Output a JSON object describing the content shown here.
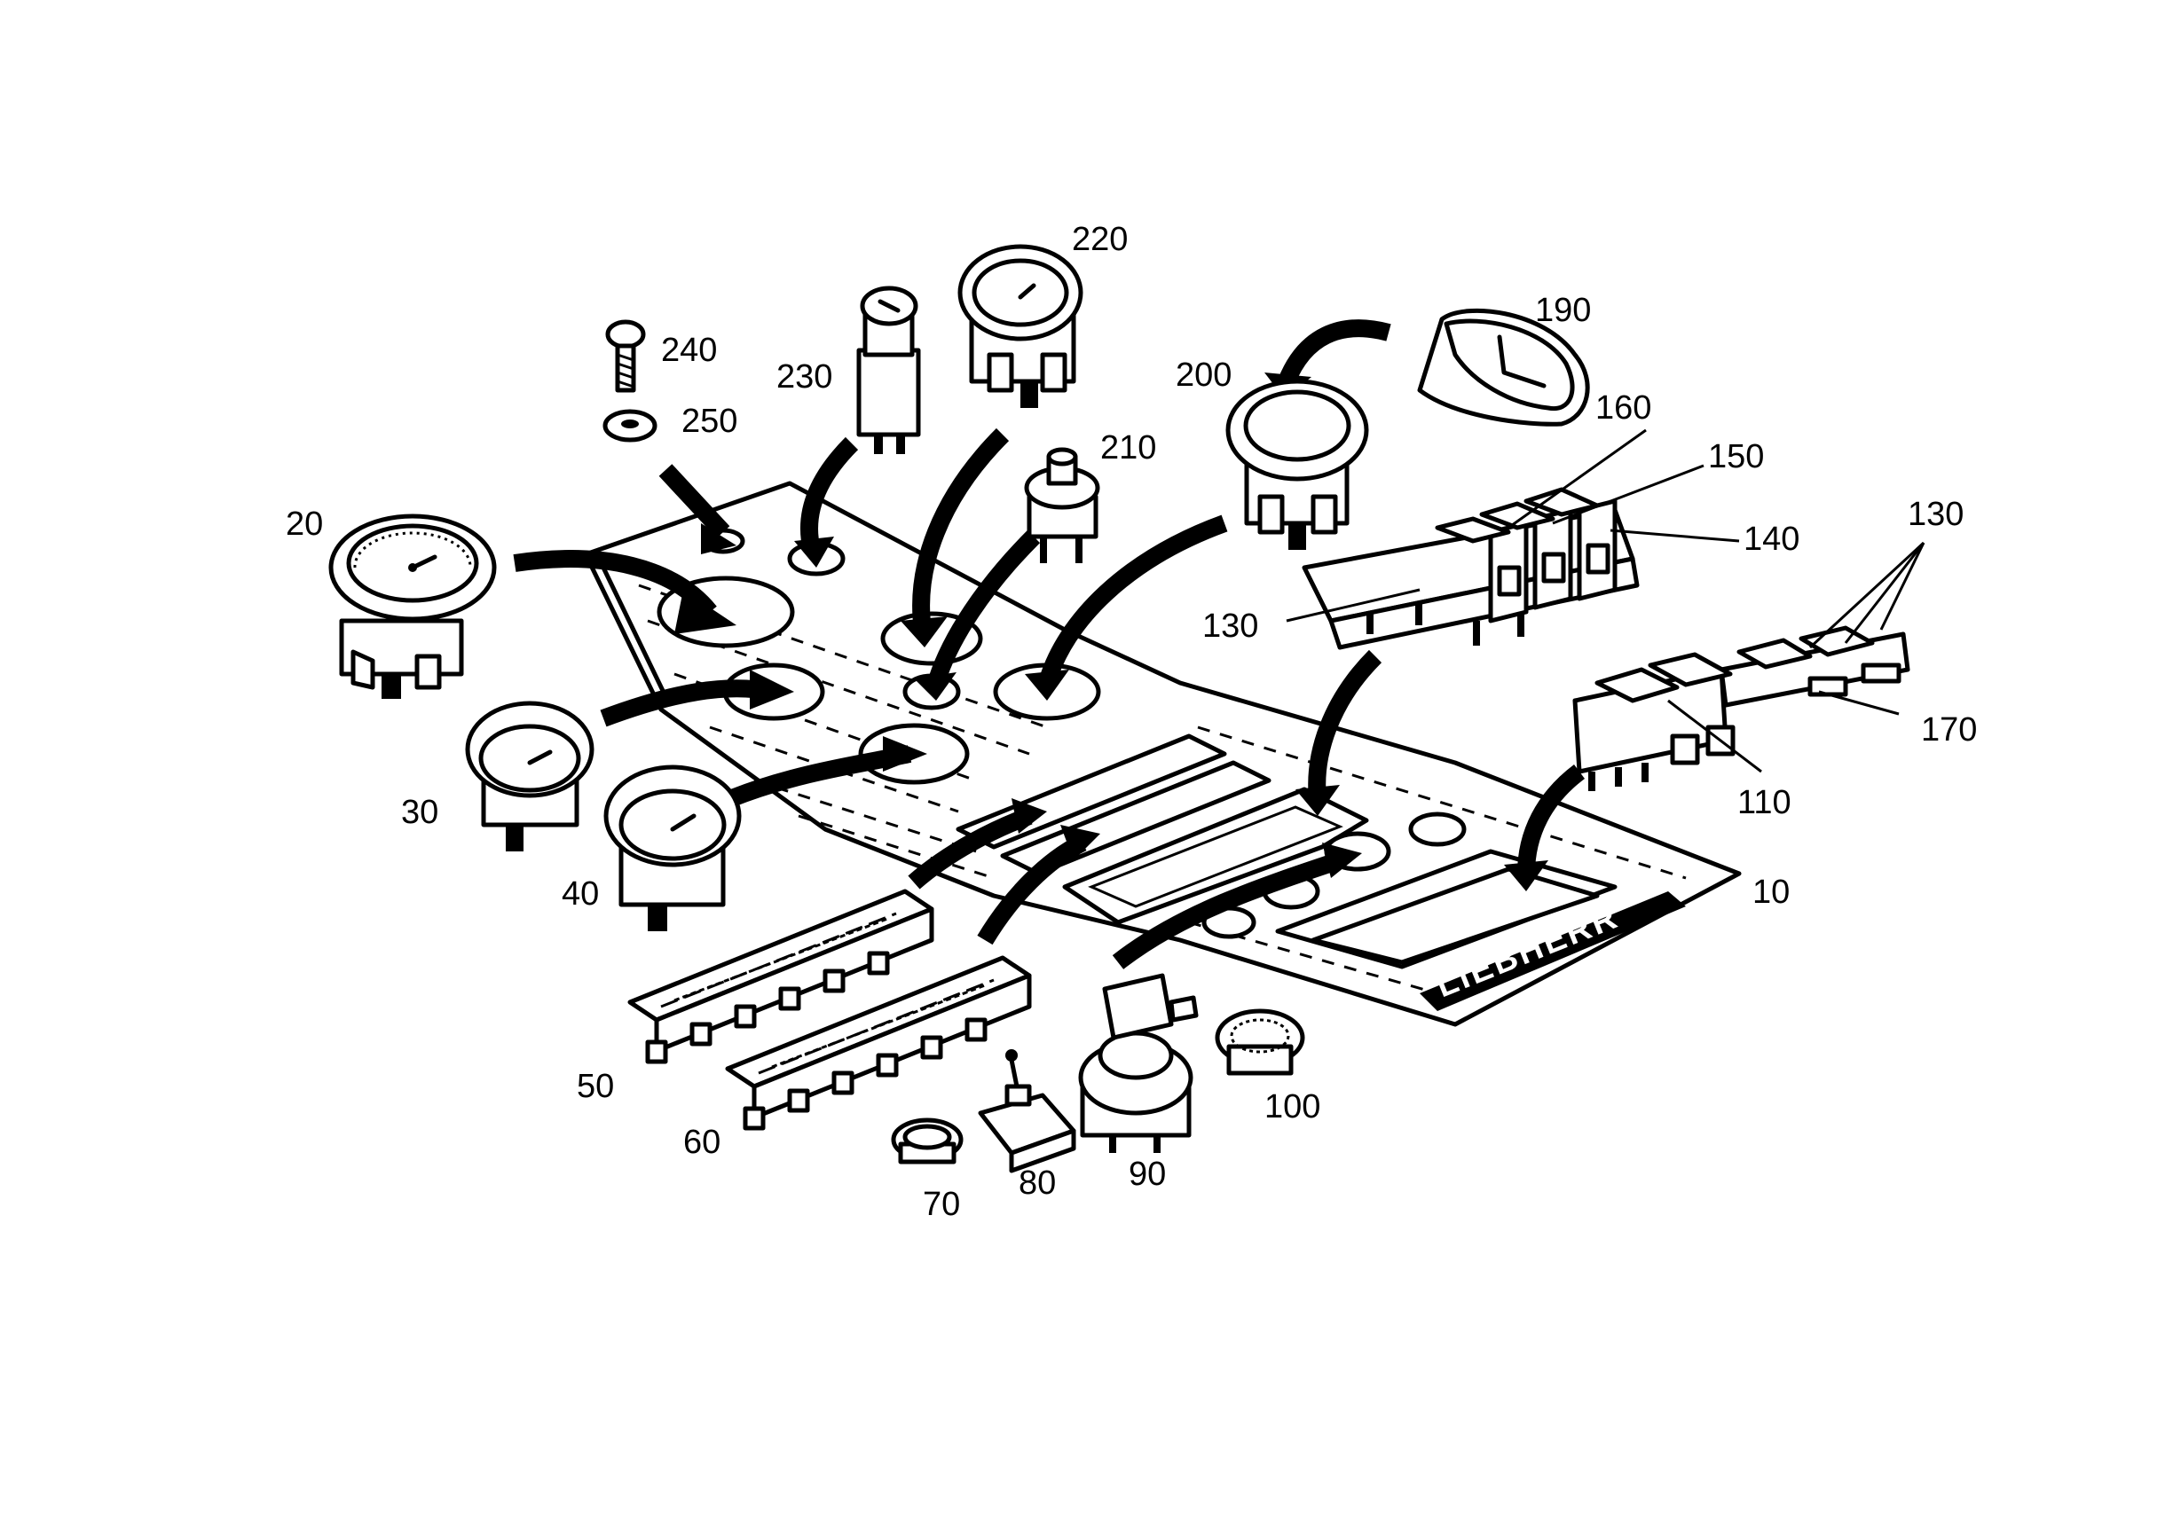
{
  "callouts": [
    {
      "id": "10",
      "text": "10"
    },
    {
      "id": "20",
      "text": "20"
    },
    {
      "id": "30",
      "text": "30"
    },
    {
      "id": "40",
      "text": "40"
    },
    {
      "id": "50",
      "text": "50"
    },
    {
      "id": "60",
      "text": "60"
    },
    {
      "id": "70",
      "text": "70"
    },
    {
      "id": "80",
      "text": "80"
    },
    {
      "id": "90",
      "text": "90"
    },
    {
      "id": "100",
      "text": "100"
    },
    {
      "id": "110",
      "text": "110"
    },
    {
      "id": "130a",
      "text": "130"
    },
    {
      "id": "130b",
      "text": "130"
    },
    {
      "id": "140",
      "text": "140"
    },
    {
      "id": "150",
      "text": "150"
    },
    {
      "id": "160",
      "text": "160"
    },
    {
      "id": "170",
      "text": "170"
    },
    {
      "id": "190",
      "text": "190"
    },
    {
      "id": "200",
      "text": "200"
    },
    {
      "id": "210",
      "text": "210"
    },
    {
      "id": "220",
      "text": "220"
    },
    {
      "id": "230",
      "text": "230"
    },
    {
      "id": "240",
      "text": "240"
    },
    {
      "id": "250",
      "text": "250"
    }
  ],
  "panel_logo_text": "LIEBHERR"
}
